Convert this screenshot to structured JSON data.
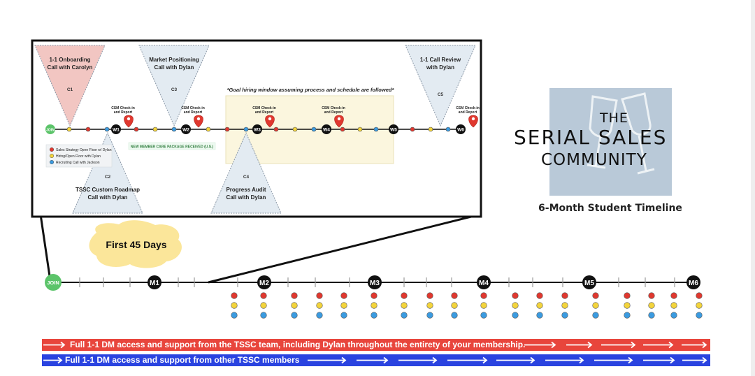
{
  "logo": {
    "line1": "THE",
    "line2": "SERIAL SALES",
    "line3": "COMMUNITY"
  },
  "subtitle": "6-Month Student Timeline",
  "first45": "First 45 Days",
  "main_timeline": {
    "join": "JOIN",
    "milestones": [
      "M1",
      "M2",
      "M3",
      "M4",
      "M5",
      "M6"
    ]
  },
  "inset": {
    "calls": [
      {
        "label_lines": [
          "1-1 Onboarding",
          "Call with Carolyn"
        ],
        "code": "C1",
        "color": "#f2c6c2"
      },
      {
        "label_lines": [
          "Market Positioning",
          "Call with Dylan"
        ],
        "code": "C3",
        "color": "#e3ebf2"
      },
      {
        "label_lines": [
          "1-1 Call Review",
          "with Dylan"
        ],
        "code": "C5",
        "color": "#e3ebf2"
      },
      {
        "label_lines": [
          "TSSC Custom Roadmap",
          "Call with Dylan"
        ],
        "code": "C2",
        "color": "#e3ebf2"
      },
      {
        "label_lines": [
          "Progress Audit",
          "Call with Dylan"
        ],
        "code": "C4",
        "color": "#e3ebf2"
      }
    ],
    "hiring_note": "*Goal hiring window assuming process and schedule are followed*",
    "join": "JOIN",
    "weeks": [
      "W1",
      "W2",
      "W3",
      "W4",
      "W5",
      "W6"
    ],
    "csm_label": [
      "CSM Check-in",
      "and Report"
    ],
    "care_package": "NEW MEMBER CARE PACKAGE RECEIVED (U.S.)",
    "legend": [
      {
        "label": "Sales Strategy Open Floor w/ Dylan",
        "color": "#e0382f"
      },
      {
        "label": "Hiring/Open Floor with Dylan",
        "color": "#f3d43c"
      },
      {
        "label": "Recruiting Call with Jackson",
        "color": "#3b9be0"
      }
    ]
  },
  "banners": {
    "red": "Full 1-1 DM access and support from the TSSC team, including Dylan throughout the entirety of your membership.",
    "blue": "Full 1-1 DM access and support from other TSSC members"
  },
  "colors": {
    "red": "#e0382f",
    "yellow": "#f3d43c",
    "blue": "#3b9be0",
    "join_green": "#5cc46a",
    "banner_red": "#e8453c",
    "banner_blue": "#2a43e0",
    "logo_bg": "#b9c9d8",
    "blob": "#fbe69a"
  }
}
